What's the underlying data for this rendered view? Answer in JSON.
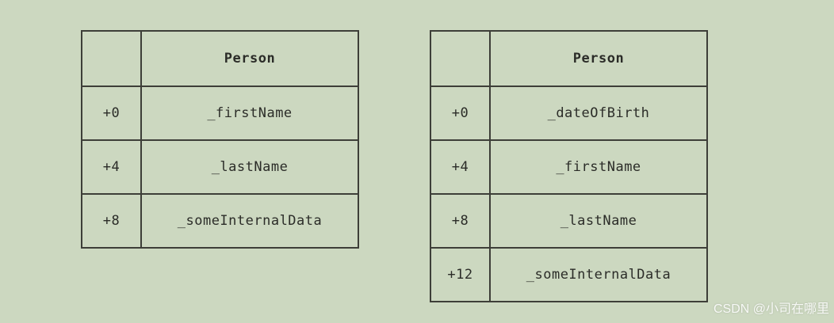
{
  "page": {
    "background_color": "#ccd8c0",
    "border_color": "#3d3e38",
    "text_color": "#2b2c28"
  },
  "watermark": "CSDN @小司在哪里",
  "tables": [
    {
      "title": "Person",
      "rows": [
        {
          "offset": "+0",
          "member": "_firstName"
        },
        {
          "offset": "+4",
          "member": "_lastName"
        },
        {
          "offset": "+8",
          "member": "_someInternalData"
        }
      ]
    },
    {
      "title": "Person",
      "rows": [
        {
          "offset": "+0",
          "member": "_dateOfBirth"
        },
        {
          "offset": "+4",
          "member": "_firstName"
        },
        {
          "offset": "+8",
          "member": "_lastName"
        },
        {
          "offset": "+12",
          "member": "_someInternalData"
        }
      ]
    }
  ]
}
